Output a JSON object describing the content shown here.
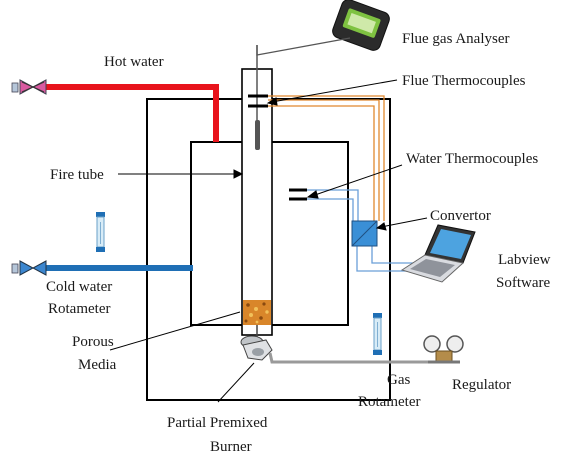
{
  "labels": {
    "flue_gas_analyser": "Flue gas Analyser",
    "flue_thermocouples": "Flue Thermocouples",
    "hot_water": "Hot water",
    "water_thermocouples": "Water Thermocouples",
    "fire_tube": "Fire tube",
    "convertor": "Convertor",
    "labview_line1": "Labview",
    "labview_line2": "Software",
    "cold_water_line1": "Cold water",
    "cold_water_line2": "Rotameter",
    "porous_line1": "Porous",
    "porous_line2": "Media",
    "gas_line1": "Gas",
    "gas_line2": "Rotameter",
    "regulator": "Regulator",
    "burner_line1": "Partial Premixed",
    "burner_line2": "Burner"
  },
  "colors": {
    "hot_water": "#e8141c",
    "cold_water": "#1f6fb5",
    "flue_wire": "#e0882e",
    "water_wire": "#6a9fd8",
    "gas_line": "#9a9a9a",
    "porous_media": "#d9862a",
    "convertor": "#3a8fd6"
  }
}
